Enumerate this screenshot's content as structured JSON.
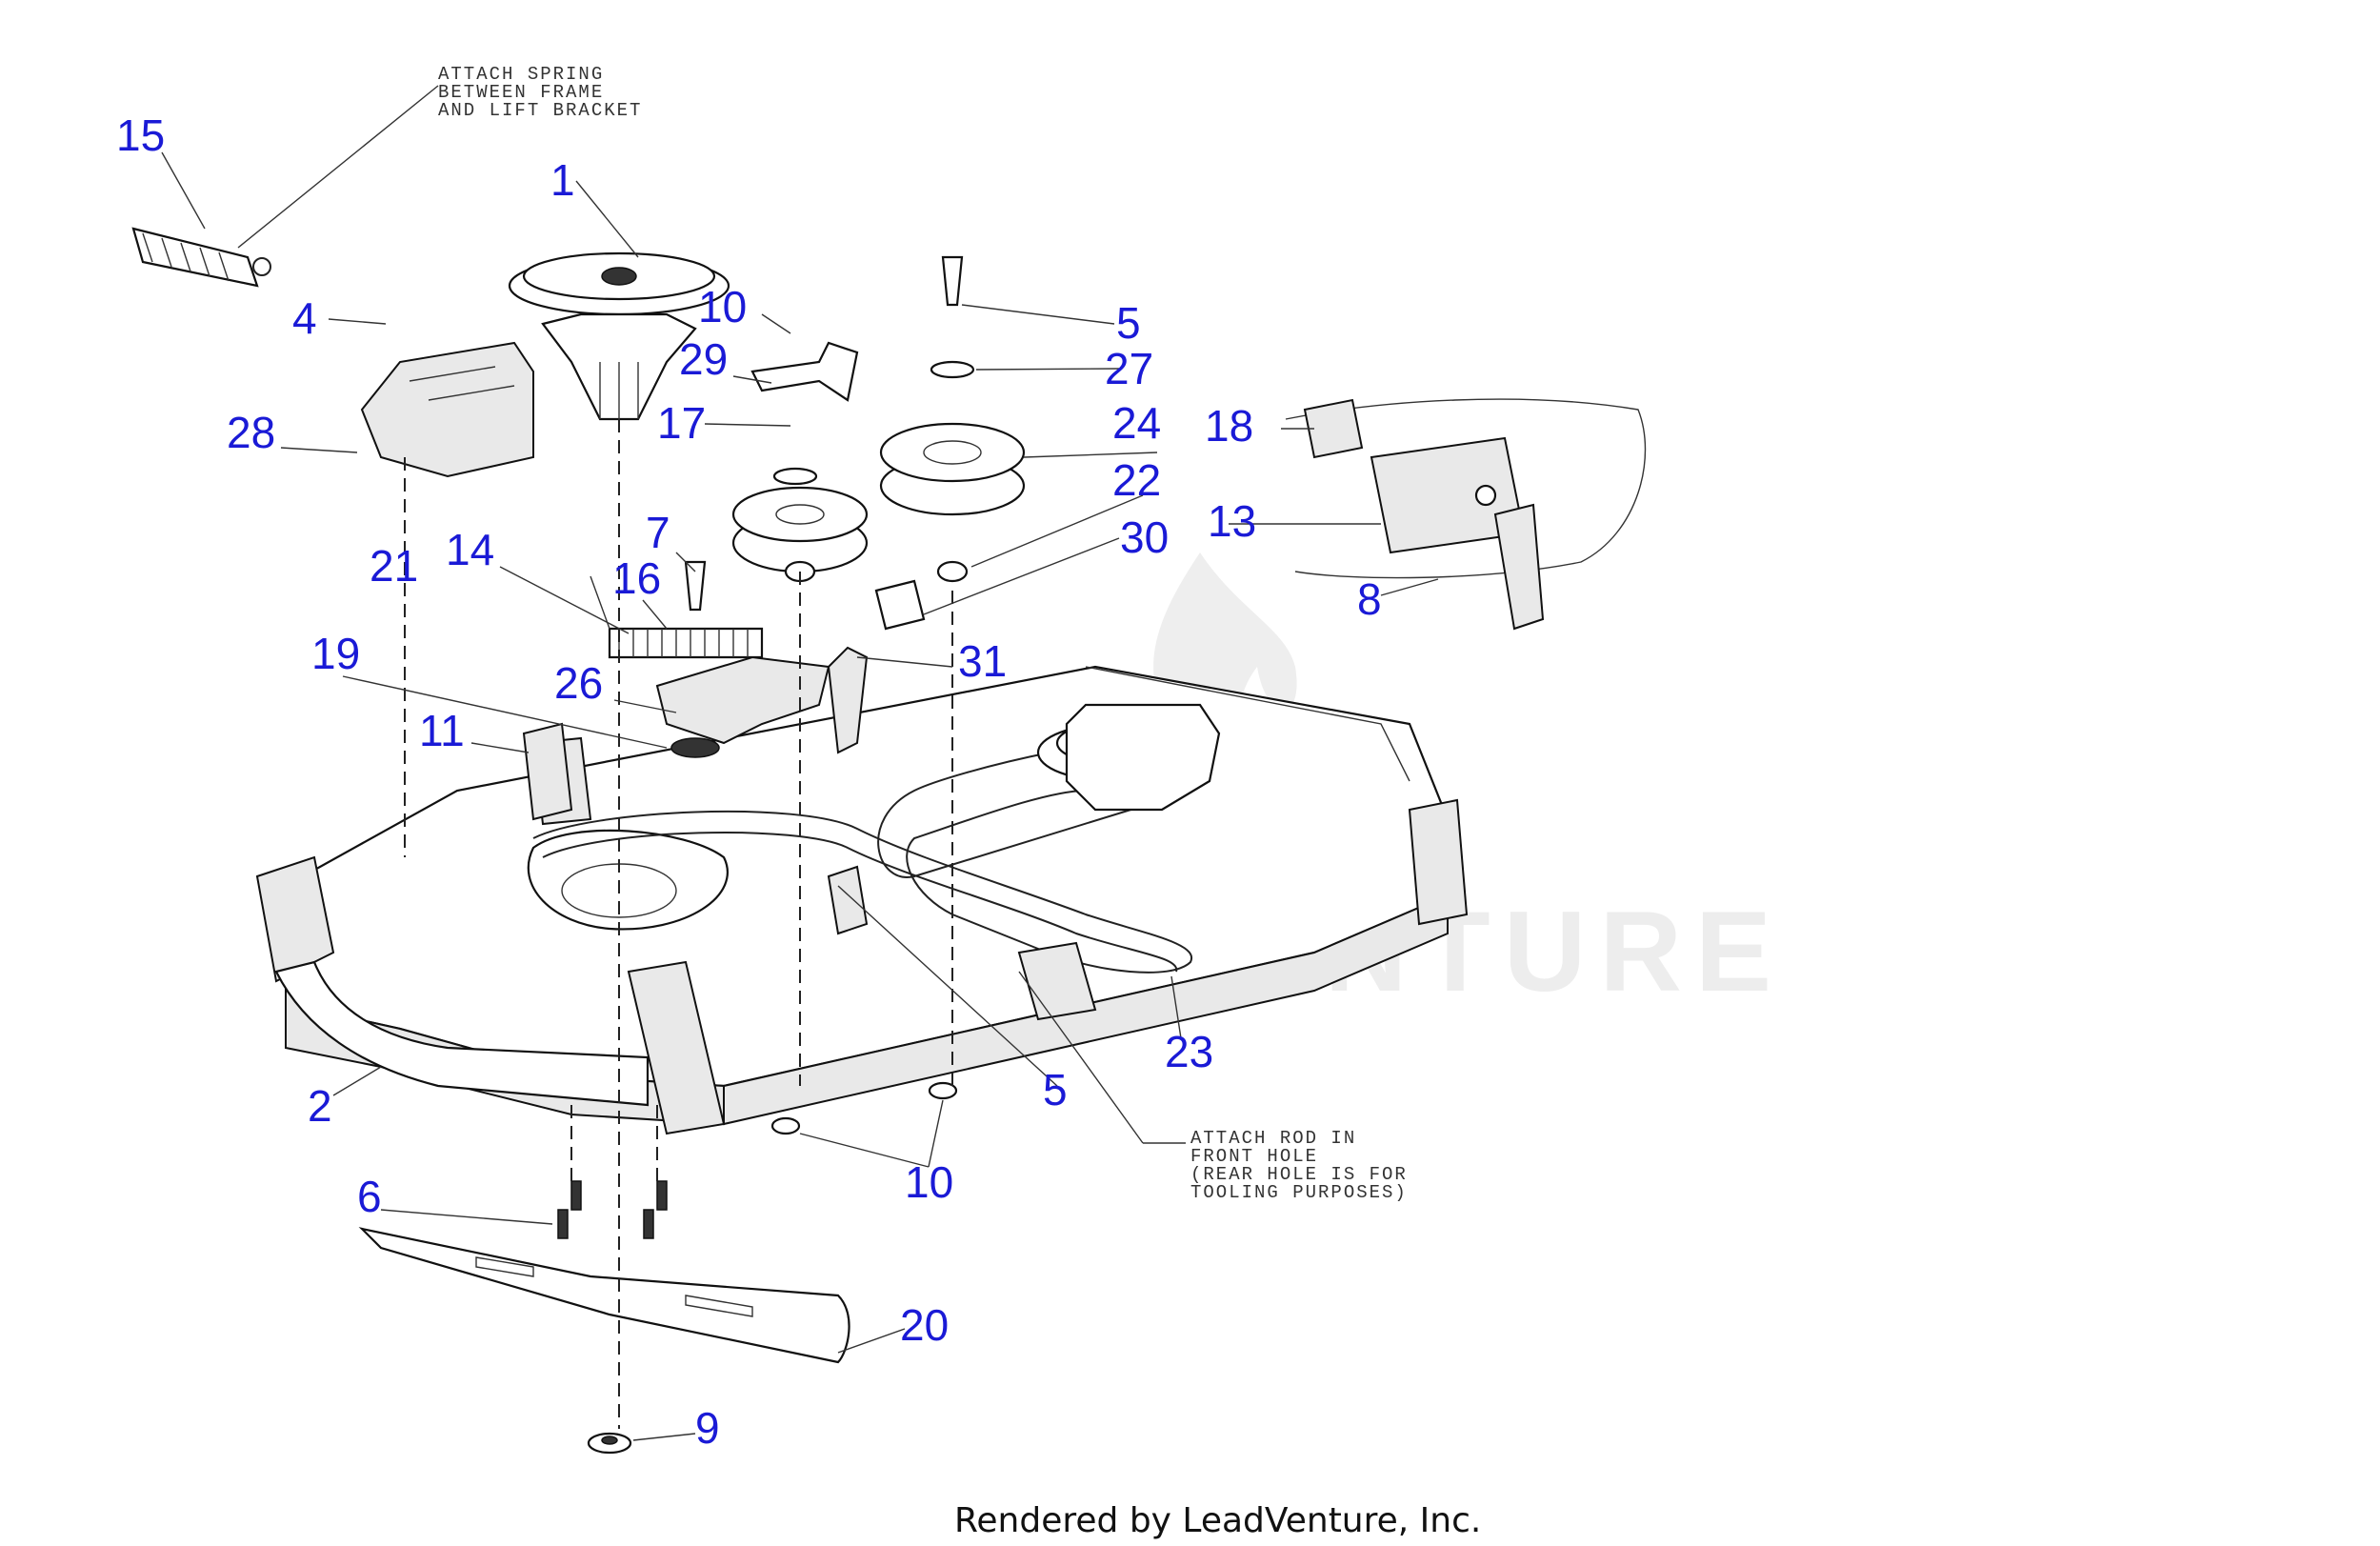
{
  "diagram": {
    "part_labels": [
      {
        "id": "p15",
        "text": "15"
      },
      {
        "id": "p1",
        "text": "1"
      },
      {
        "id": "p4",
        "text": "4"
      },
      {
        "id": "p10a",
        "text": "10"
      },
      {
        "id": "p29",
        "text": "29"
      },
      {
        "id": "p5a",
        "text": "5"
      },
      {
        "id": "p27",
        "text": "27"
      },
      {
        "id": "p28",
        "text": "28"
      },
      {
        "id": "p17",
        "text": "17"
      },
      {
        "id": "p24",
        "text": "24"
      },
      {
        "id": "p18",
        "text": "18"
      },
      {
        "id": "p22",
        "text": "22"
      },
      {
        "id": "p13",
        "text": "13"
      },
      {
        "id": "p7",
        "text": "7"
      },
      {
        "id": "p30",
        "text": "30"
      },
      {
        "id": "p14",
        "text": "14"
      },
      {
        "id": "p21",
        "text": "21"
      },
      {
        "id": "p16",
        "text": "16"
      },
      {
        "id": "p8",
        "text": "8"
      },
      {
        "id": "p19",
        "text": "19"
      },
      {
        "id": "p31",
        "text": "31"
      },
      {
        "id": "p26",
        "text": "26"
      },
      {
        "id": "p11",
        "text": "11"
      },
      {
        "id": "p23",
        "text": "23"
      },
      {
        "id": "p2",
        "text": "2"
      },
      {
        "id": "p5b",
        "text": "5"
      },
      {
        "id": "p10b",
        "text": "10"
      },
      {
        "id": "p6",
        "text": "6"
      },
      {
        "id": "p20",
        "text": "20"
      },
      {
        "id": "p9",
        "text": "9"
      }
    ],
    "notes": {
      "spring": [
        "ATTACH SPRING",
        "BETWEEN FRAME",
        "AND LIFT BRACKET"
      ],
      "rod": [
        "ATTACH ROD IN",
        "FRONT HOLE",
        "(REAR HOLE IS FOR",
        "TOOLING PURPOSES)"
      ]
    },
    "watermark": "LEADVENTURE",
    "footer": "Rendered by LeadVenture, Inc."
  },
  "colors": {
    "part_number": "#1a1ad6",
    "line_art": "#111111",
    "watermark": "#ededed"
  }
}
